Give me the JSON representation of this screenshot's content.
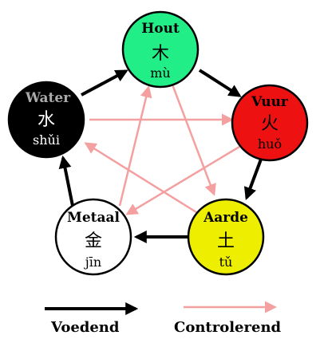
{
  "elements": [
    {
      "id": "hout",
      "title": "Hout",
      "hanzi": "木",
      "pinyin": "mù",
      "fill": "#22ee88",
      "title_color": "#000000",
      "text_color": "#000000"
    },
    {
      "id": "vuur",
      "title": "Vuur",
      "hanzi": "火",
      "pinyin": "huǒ",
      "fill": "#ee1111",
      "title_color": "#000000",
      "text_color": "#000000"
    },
    {
      "id": "aarde",
      "title": "Aarde",
      "hanzi": "土",
      "pinyin": "tǔ",
      "fill": "#eeee00",
      "title_color": "#000000",
      "text_color": "#000000"
    },
    {
      "id": "metaal",
      "title": "Metaal",
      "hanzi": "金",
      "pinyin": "jīn",
      "fill": "#ffffff",
      "title_color": "#000000",
      "text_color": "#000000"
    },
    {
      "id": "water",
      "title": "Water",
      "hanzi": "水",
      "pinyin": "shǔi",
      "fill": "#000000",
      "title_color": "#aaaaaa",
      "text_color": "#ffffff"
    }
  ],
  "generating_cycle": [
    [
      "hout",
      "vuur"
    ],
    [
      "vuur",
      "aarde"
    ],
    [
      "aarde",
      "metaal"
    ],
    [
      "metaal",
      "water"
    ],
    [
      "water",
      "hout"
    ]
  ],
  "controlling_cycle": [
    [
      "hout",
      "aarde"
    ],
    [
      "aarde",
      "water"
    ],
    [
      "water",
      "vuur"
    ],
    [
      "vuur",
      "metaal"
    ],
    [
      "metaal",
      "hout"
    ]
  ],
  "legend": {
    "generating_label": "Voedend",
    "controlling_label": "Controlerend"
  },
  "colors": {
    "generating": "#000000",
    "controlling": "#f4a0a0"
  }
}
